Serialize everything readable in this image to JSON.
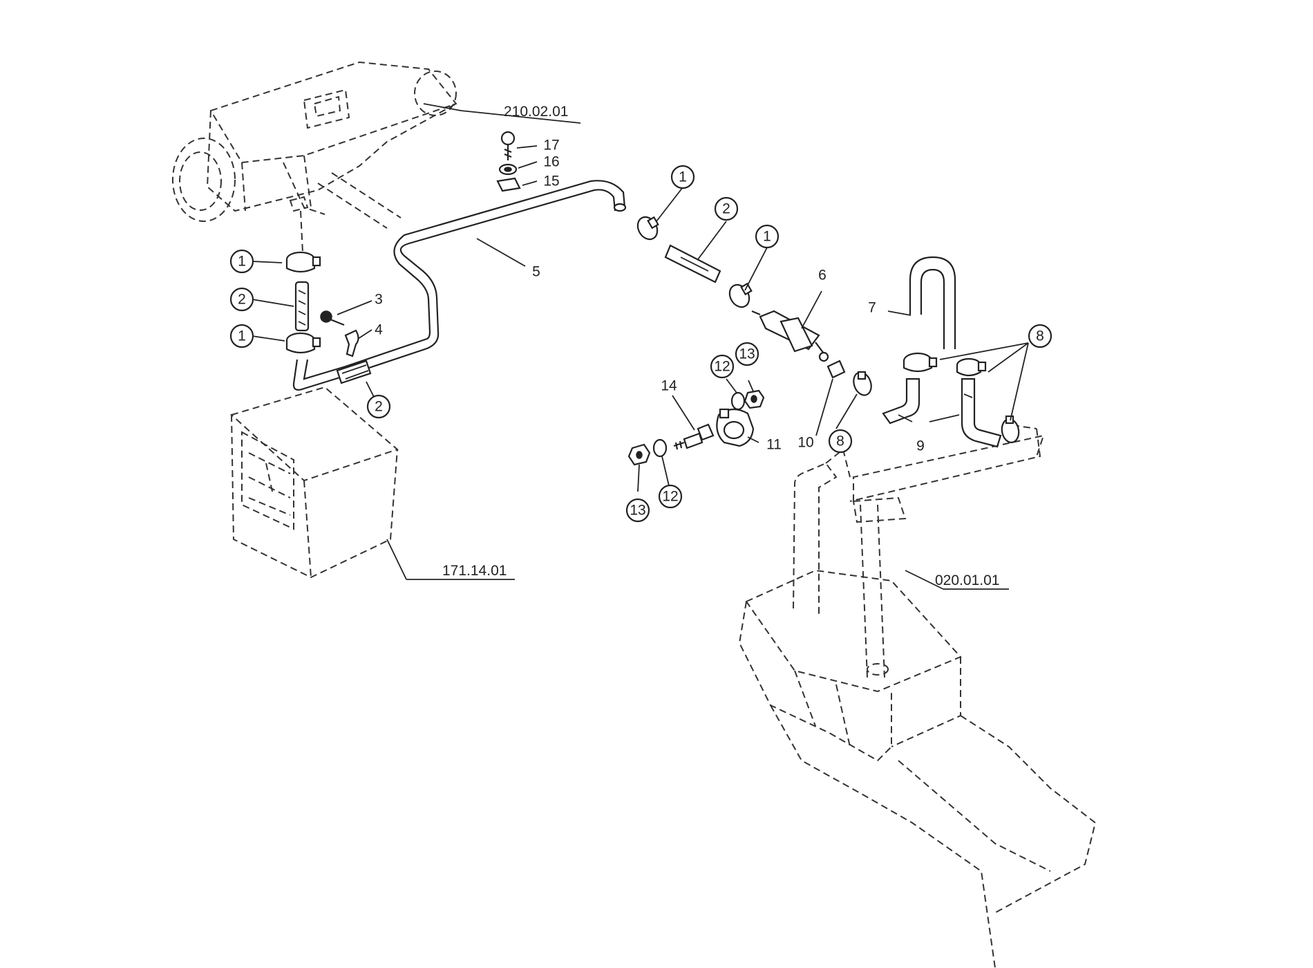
{
  "diagram": {
    "references": {
      "heater": "210.02.01",
      "battery": "171.14.01",
      "tank": "020.01.01"
    },
    "callouts": {
      "c1a": "1",
      "c2a": "2",
      "c1b": "1",
      "c3": "3",
      "c4": "4",
      "c2b": "2",
      "c5": "5",
      "c15": "15",
      "c16": "16",
      "c17": "17",
      "c1c": "1",
      "c2c": "2",
      "c1d": "1",
      "c6": "6",
      "c7": "7",
      "c8a": "8",
      "c8b": "8",
      "c9": "9",
      "c10": "10",
      "c11": "11",
      "c12a": "12",
      "c13a": "13",
      "c14": "14",
      "c12b": "12",
      "c13b": "13"
    }
  }
}
